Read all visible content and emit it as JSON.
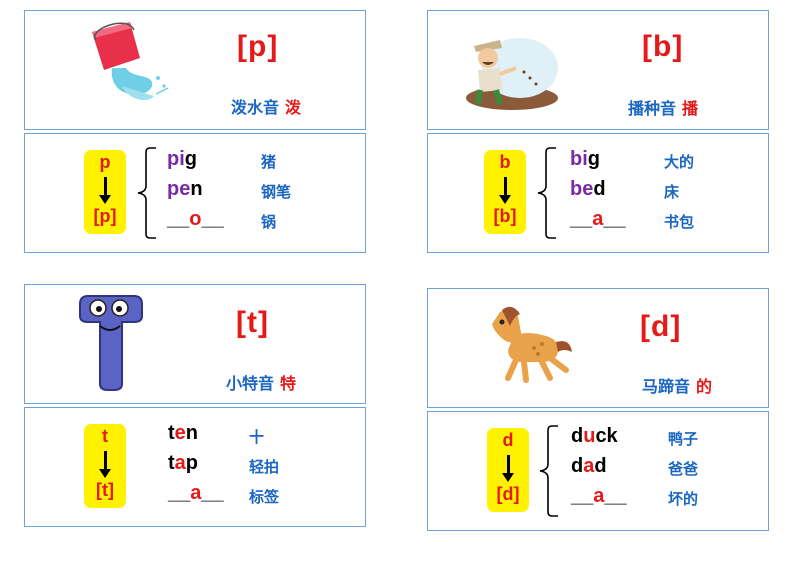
{
  "cards": [
    {
      "symbol": "[p]",
      "caption": "泼水音",
      "caption_char": "泼",
      "illustration": "bucket-splash",
      "letter": "p",
      "bracket": "[p]",
      "words": [
        {
          "pre": "",
          "hl": "pi",
          "post": "g",
          "style": "purple"
        },
        {
          "pre": "",
          "hl": "pe",
          "post": "n",
          "style": "purple"
        },
        {
          "pre": "__",
          "hl": "o",
          "post": "__",
          "style": "red"
        }
      ],
      "meanings": [
        "猪",
        "钢笔",
        "锅"
      ]
    },
    {
      "symbol": "[b]",
      "caption": "播种音",
      "caption_char": "播",
      "illustration": "farmer-sowing",
      "letter": "b",
      "bracket": "[b]",
      "words": [
        {
          "pre": "",
          "hl": "bi",
          "post": "g",
          "style": "purple"
        },
        {
          "pre": "",
          "hl": "be",
          "post": "d",
          "style": "purple"
        },
        {
          "pre": "__",
          "hl": "a",
          "post": "__",
          "style": "red"
        }
      ],
      "meanings": [
        "大的",
        "床",
        "书包"
      ]
    },
    {
      "symbol": "[t]",
      "caption": "小特音",
      "caption_char": "特",
      "illustration": "letter-t-character",
      "letter": "t",
      "bracket": "[t]",
      "words": [
        {
          "pre": "t",
          "hl": "e",
          "post": "n",
          "style": "red"
        },
        {
          "pre": "t",
          "hl": "a",
          "post": "p",
          "style": "red"
        },
        {
          "pre": "__",
          "hl": "a",
          "post": "__",
          "style": "red"
        }
      ],
      "meanings": [
        "十",
        "轻拍",
        "标签"
      ]
    },
    {
      "symbol": "[d]",
      "caption": "马蹄音",
      "caption_char": "的",
      "illustration": "running-horse",
      "letter": "d",
      "bracket": "[d]",
      "words": [
        {
          "pre": "d",
          "hl": "u",
          "post": "ck",
          "style": "red"
        },
        {
          "pre": "d",
          "hl": "a",
          "post": "d",
          "style": "red"
        },
        {
          "pre": "__",
          "hl": "a",
          "post": "__",
          "style": "red"
        }
      ],
      "meanings": [
        "鸭子",
        "爸爸",
        "坏的"
      ]
    }
  ],
  "colors": {
    "accent_red": "#e61919",
    "caption_blue": "#1a66c2",
    "highlight_purple": "#7a2aa5",
    "yellow": "#fff200",
    "border": "#6fa3d8"
  }
}
